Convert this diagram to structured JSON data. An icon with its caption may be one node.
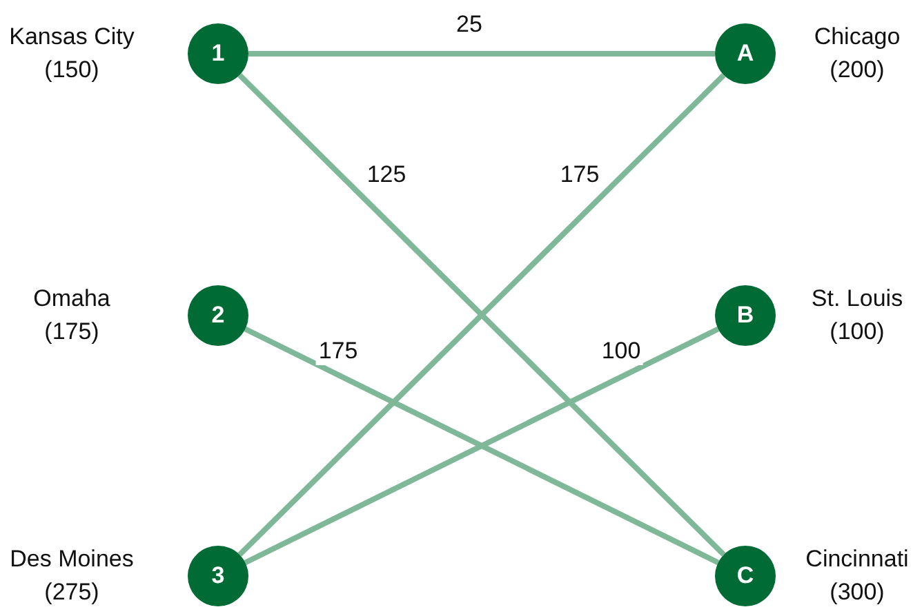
{
  "diagram": {
    "nodes": [
      {
        "text": [
          "1"
        ],
        "beside": [
          "Kansas City",
          "(150)"
        ]
      },
      {
        "text": [
          "A"
        ],
        "beside": [
          "Chicago",
          "(200)"
        ]
      },
      {
        "text": [
          "2"
        ],
        "beside": [
          "Omaha",
          "(175)"
        ]
      },
      {
        "text": [
          "B"
        ],
        "beside": [
          "St. Louis",
          "(100)"
        ]
      },
      {
        "text": [
          "3"
        ],
        "beside": [
          "Des Moines",
          "(275)"
        ]
      },
      {
        "text": [
          "C"
        ],
        "beside": [
          "Cincinnati",
          "(300)"
        ]
      }
    ],
    "edges": [
      {
        "from": 0,
        "to": 1,
        "arrow": "none",
        "label": "25"
      },
      {
        "from": 0,
        "to": 5,
        "arrow": "none",
        "label": "125"
      },
      {
        "from": 4,
        "to": 1,
        "arrow": "none",
        "label": "175"
      },
      {
        "from": 2,
        "to": 5,
        "arrow": "none",
        "label": "175"
      },
      {
        "from": 4,
        "to": 3,
        "arrow": "none",
        "label": "100"
      }
    ]
  }
}
